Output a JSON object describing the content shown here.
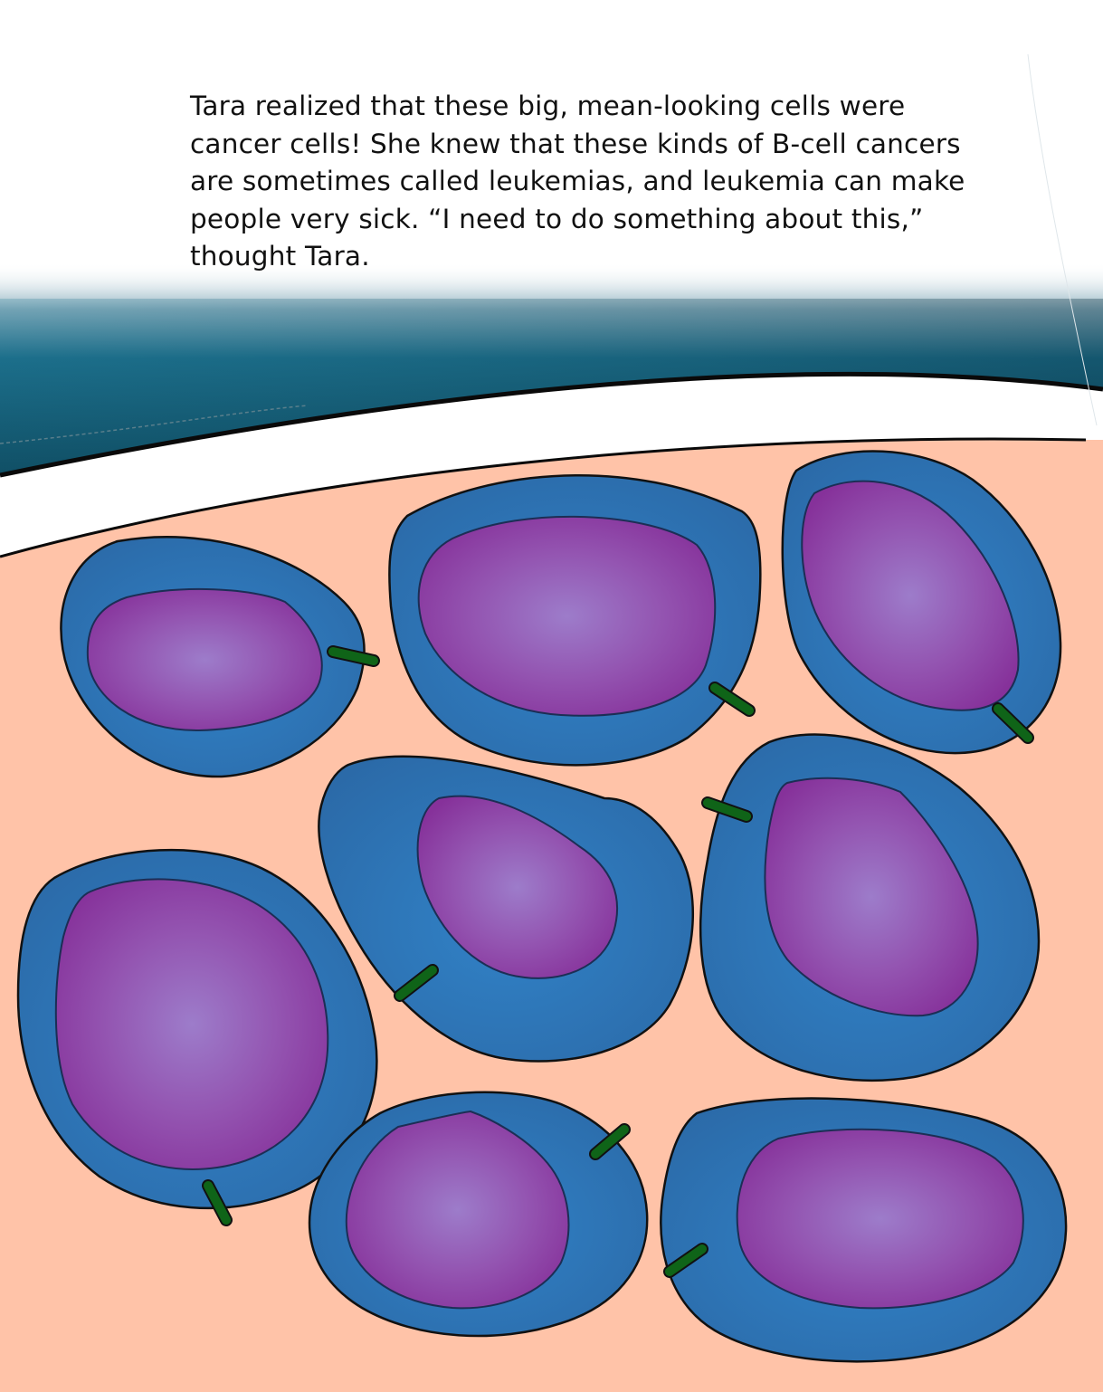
{
  "story": {
    "lines": [
      "Tara realized that these big, mean-looking cells were",
      "cancer cells! She knew that these kinds of B-cell cancers",
      "are sometimes called leukemias, and leukemia can make",
      "people very sick. “I need to do something about this,”",
      "thought Tara."
    ]
  },
  "colors": {
    "background": "#ffffff",
    "band_dark": "#0c4459",
    "band_mid": "#1a6f8c",
    "tissue": "#ffc3a8",
    "cell_body": "#2e76b8",
    "nucleus_center": "#9c79c9",
    "nucleus_edge": "#87339a",
    "receptor": "#0f6418"
  },
  "illustration": {
    "cells": 8,
    "subject": "cancer-cells"
  }
}
